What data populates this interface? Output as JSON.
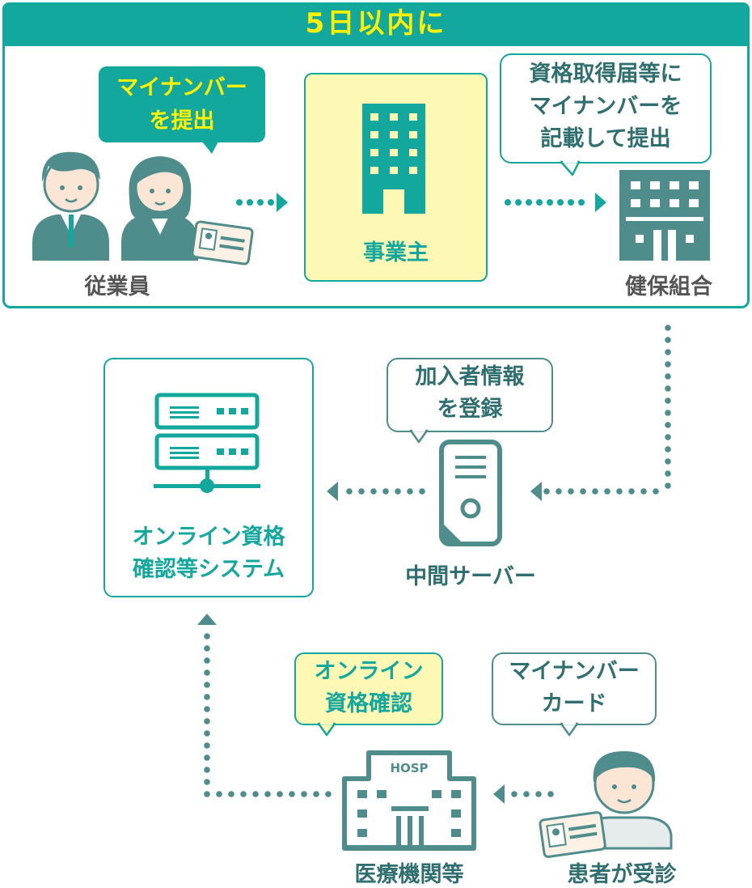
{
  "frame": {
    "title": "5日以内に"
  },
  "employees": {
    "bubble": "マイナンバー\nを提出",
    "label": "従業員"
  },
  "employer": {
    "label": "事業主"
  },
  "insurer": {
    "bubble": "資格取得届等に\nマイナンバーを\n記載して提出",
    "label": "健保組合"
  },
  "server": {
    "bubble": "加入者情報\nを登録",
    "label": "中間サーバー"
  },
  "system": {
    "label": "オンライン資格\n確認等システム"
  },
  "hospital": {
    "bubble": "オンライン\n資格確認",
    "label": "医療機関等",
    "sign": "HOSP"
  },
  "patient": {
    "bubble": "マイナンバー\nカード",
    "label": "患者が受診"
  },
  "colors": {
    "teal": "#13a89e",
    "slate": "#4f8d8d",
    "yellow_fill": "#fdf9b4",
    "yellow_text": "#fff200"
  }
}
